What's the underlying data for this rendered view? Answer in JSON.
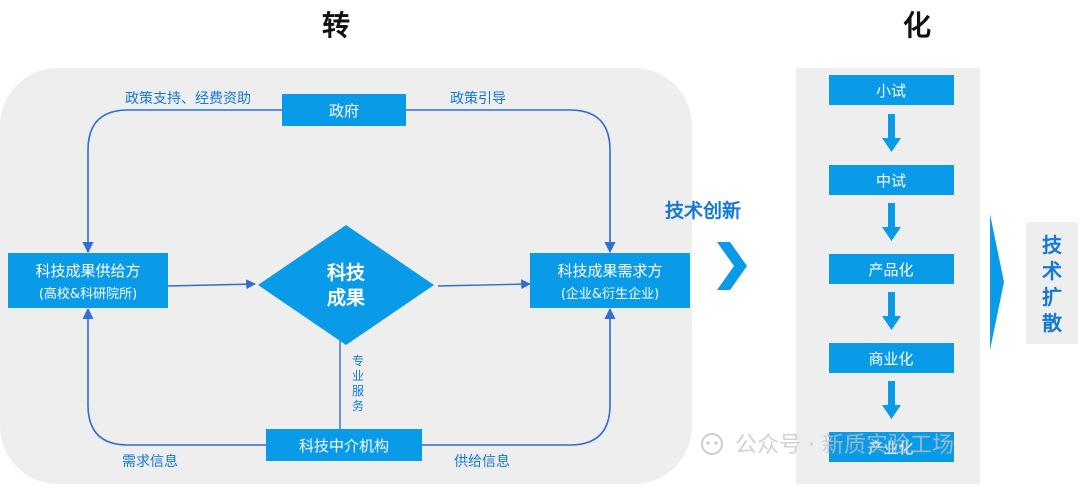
{
  "headings": {
    "zhuan": "转",
    "hua": "化"
  },
  "nodes": {
    "government": "政府",
    "supplier": "科技成果供给方",
    "supplier_sub": "(高校&科研院所)",
    "core_line1": "科技",
    "core_line2": "成果",
    "demander": "科技成果需求方",
    "demander_sub": "(企业&衍生企业)",
    "intermediary": "科技中介机构"
  },
  "edge_labels": {
    "policy_support": "政策支持、经费资助",
    "policy_guidance": "政策引导",
    "demand_info": "需求信息",
    "supply_info": "供给信息",
    "pro_service": [
      "专",
      "业",
      "服",
      "务"
    ]
  },
  "innovation": "技术创新",
  "stages": [
    "小试",
    "中试",
    "产品化",
    "商业化",
    "产业化"
  ],
  "diffusion": [
    "技",
    "术",
    "扩",
    "散"
  ],
  "watermark": "公众号 · 新质实验工场",
  "colors": {
    "accent": "#0A9BE8",
    "line": "#2E6FD0",
    "panel": "#EEEEEE",
    "text_dark": "#111111",
    "innovation_text": "#1478D4",
    "white": "#FFFFFF"
  }
}
